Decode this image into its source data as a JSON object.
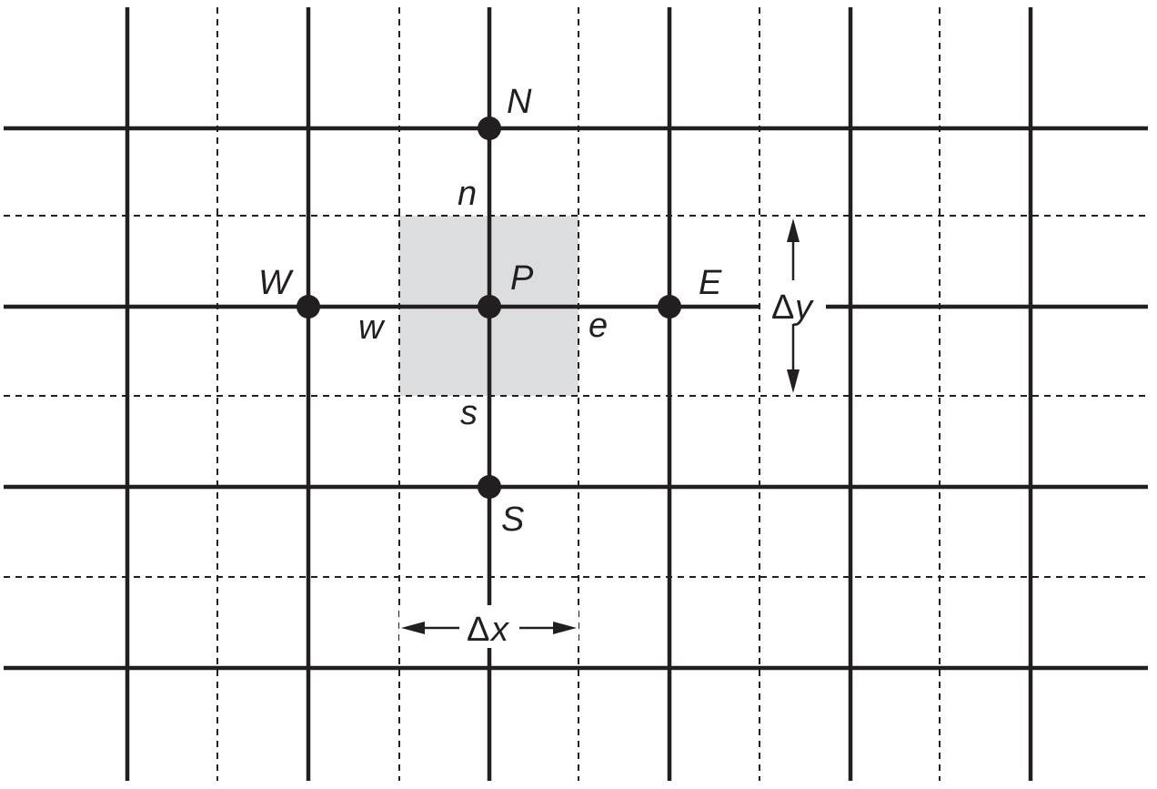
{
  "nodes": {
    "north": "N",
    "west": "W",
    "center": "P",
    "east": "E",
    "south": "S"
  },
  "faces": {
    "north": "n",
    "west": "w",
    "east": "e",
    "south": "s"
  },
  "spacing": {
    "dx_symbol": "Δ",
    "dx_var": "x",
    "dy_symbol": "Δ",
    "dy_var": "y"
  },
  "colors": {
    "line": "#231f20",
    "control_volume": "#dcdddf"
  }
}
